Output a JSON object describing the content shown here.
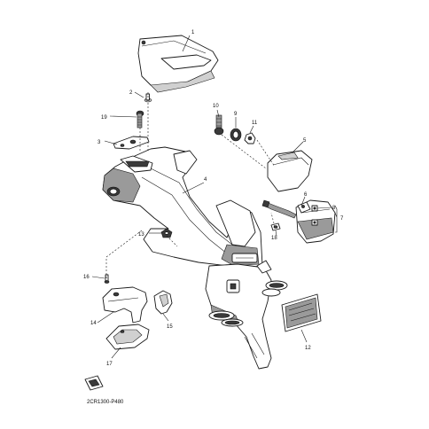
{
  "callouts": [
    "1",
    "2",
    "3",
    "4",
    "5",
    "6",
    "7",
    "8",
    "9",
    "10",
    "11",
    "12",
    "13",
    "14",
    "15",
    "16",
    "17",
    "18",
    "19"
  ],
  "diagram_code": "2CR1300-P480"
}
